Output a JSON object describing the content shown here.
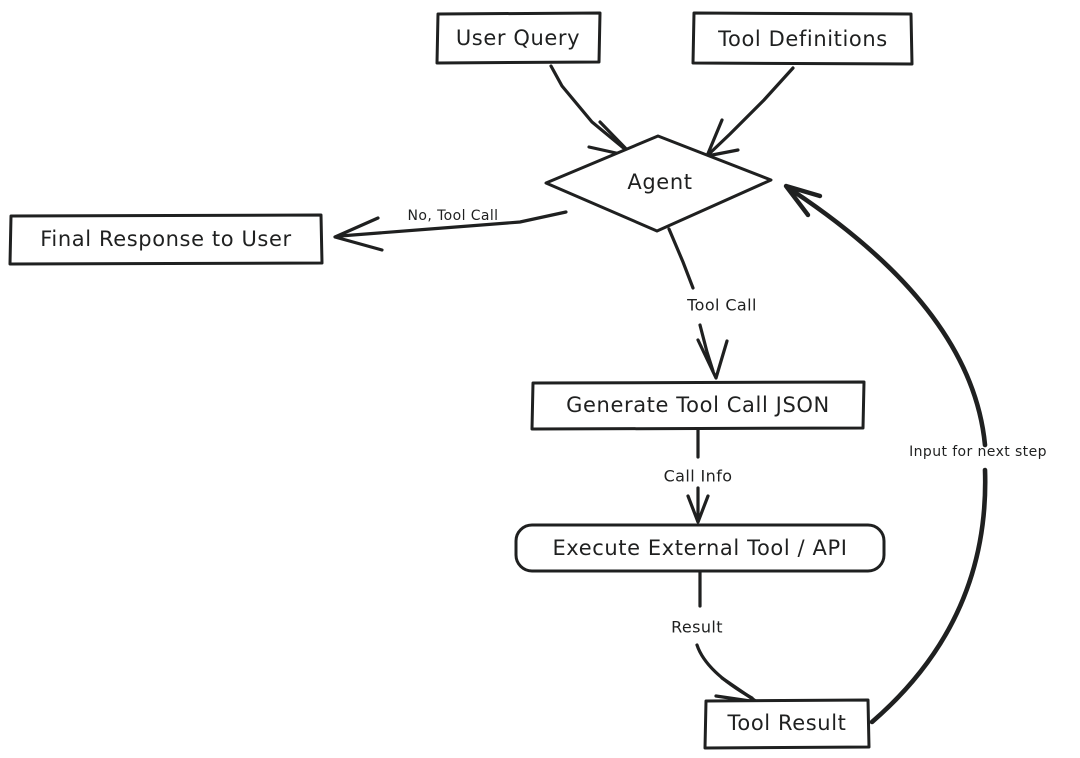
{
  "diagram": {
    "title": "Agent tool-calling loop flowchart",
    "style": "hand-drawn",
    "background_color": "#ffffff",
    "stroke_color": "#1f2020",
    "nodes": [
      {
        "id": "user_query",
        "label": "User Query",
        "shape": "rect"
      },
      {
        "id": "tool_defs",
        "label": "Tool Definitions",
        "shape": "rect"
      },
      {
        "id": "agent",
        "label": "Agent",
        "shape": "diamond"
      },
      {
        "id": "final_resp",
        "label": "Final Response to User",
        "shape": "rect"
      },
      {
        "id": "gen_json",
        "label": "Generate Tool Call JSON",
        "shape": "rect"
      },
      {
        "id": "execute_tool",
        "label": "Execute External Tool / API",
        "shape": "rounded-rect"
      },
      {
        "id": "tool_result",
        "label": "Tool Result",
        "shape": "rect"
      }
    ],
    "edges": [
      {
        "id": "e_query_agent",
        "from": "user_query",
        "to": "agent",
        "label": ""
      },
      {
        "id": "e_defs_agent",
        "from": "tool_defs",
        "to": "agent",
        "label": ""
      },
      {
        "id": "e_agent_final",
        "from": "agent",
        "to": "final_resp",
        "label": "No, Tool Call"
      },
      {
        "id": "e_agent_gen",
        "from": "agent",
        "to": "gen_json",
        "label": "Tool Call"
      },
      {
        "id": "e_gen_exec",
        "from": "gen_json",
        "to": "execute_tool",
        "label": "Call Info"
      },
      {
        "id": "e_exec_result",
        "from": "execute_tool",
        "to": "tool_result",
        "label": "Result"
      },
      {
        "id": "e_result_agent",
        "from": "tool_result",
        "to": "agent",
        "label": "Input for next step"
      }
    ]
  }
}
